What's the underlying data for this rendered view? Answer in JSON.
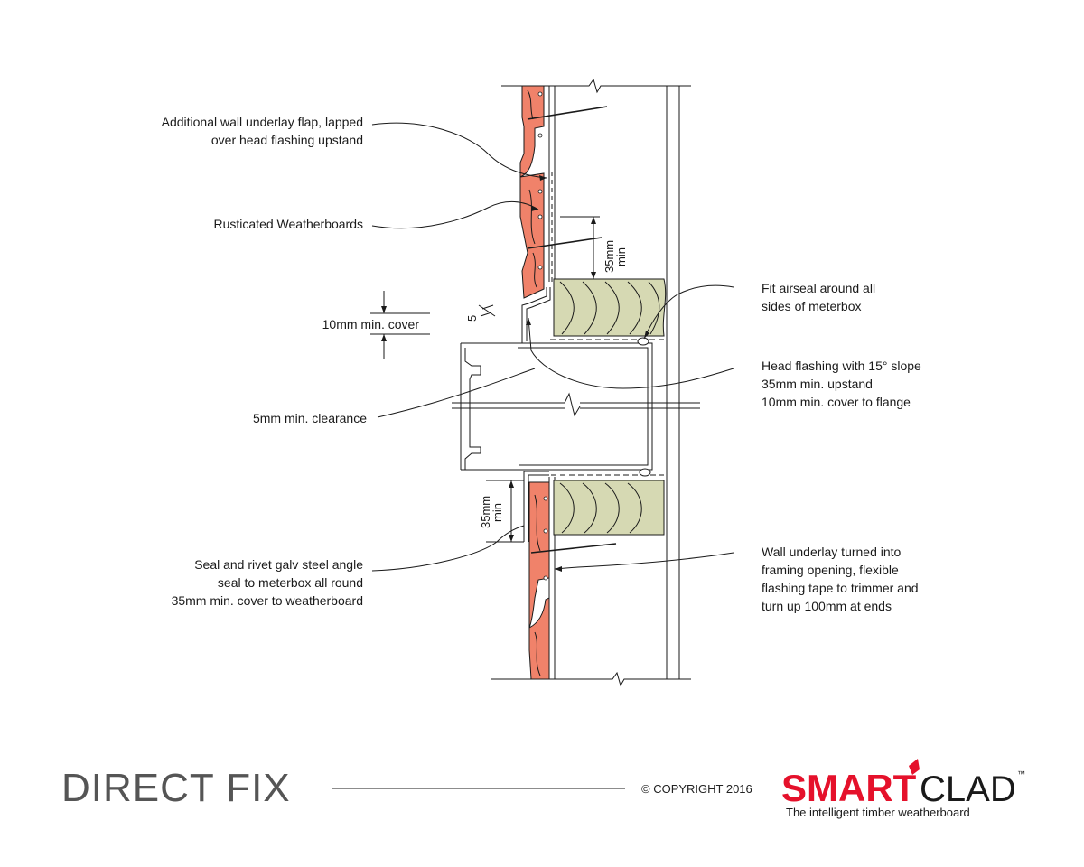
{
  "annotations": {
    "underlay_flap": [
      "Additional wall underlay flap, lapped",
      "over head flashing upstand"
    ],
    "weatherboards": "Rusticated Weatherboards",
    "min_cover": "10mm min. cover",
    "clearance": "5mm min. clearance",
    "seal_rivet": [
      "Seal and rivet galv steel angle",
      "seal to meterbox all round",
      "35mm min. cover to weatherboard"
    ],
    "airseal": [
      "Fit airseal around all",
      "sides of meterbox"
    ],
    "head_flashing": [
      "Head flashing with 15° slope",
      "35mm min. upstand",
      "10mm min. cover to flange"
    ],
    "underlay_turned": [
      "Wall underlay turned into",
      "framing opening, flexible",
      "flashing tape to trimmer and",
      "turn up 100mm at ends"
    ]
  },
  "dimensions": {
    "upstand_top": [
      "35mm",
      "min"
    ],
    "upstand_bottom": [
      "35mm",
      "min"
    ],
    "gap": "5"
  },
  "footer": {
    "title": "DIRECT FIX",
    "copyright": "© COPYRIGHT 2016",
    "brand_primary": "SMART",
    "brand_secondary": "CLAD",
    "trademark": "™",
    "tagline": "The intelligent timber weatherboard"
  },
  "colors": {
    "weatherboard": "#f0826a",
    "timber": "#d6d9b3",
    "brand_red": "#e5112b",
    "line": "#1a1a1a"
  }
}
